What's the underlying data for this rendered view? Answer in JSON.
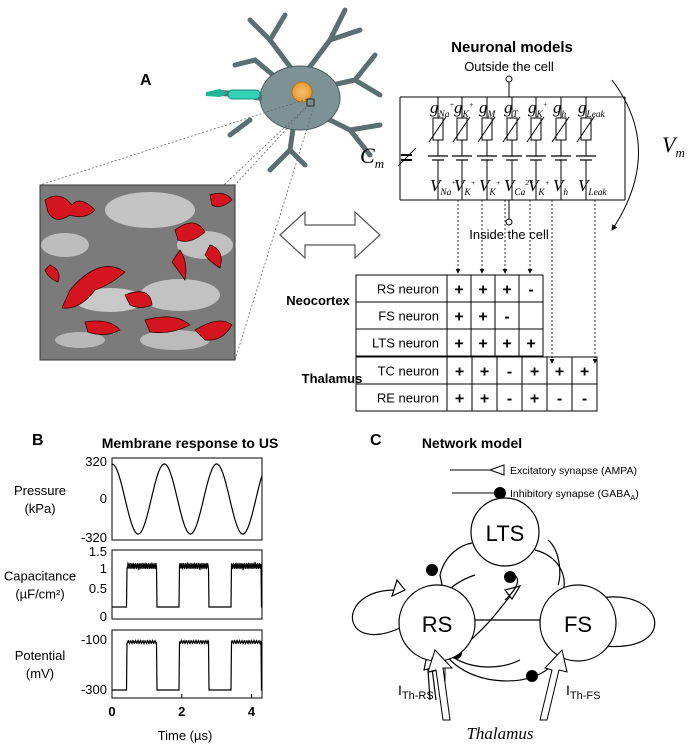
{
  "panel_a": {
    "label": "A",
    "title": "Neuronal models",
    "outside_label": "Outside the cell",
    "inside_label": "Inside the cell",
    "cm_label": "C",
    "cm_sub": "m",
    "vm_label": "V",
    "vm_sub": "m",
    "conductances": [
      {
        "g": "g",
        "sub": "Na",
        "sup": "+"
      },
      {
        "g": "g",
        "sub": "K",
        "sup": "+"
      },
      {
        "g": "g",
        "sub": "M",
        "sup": ""
      },
      {
        "g": "g",
        "sub": "T",
        "sup": ""
      },
      {
        "g": "g",
        "sub": "K",
        "sup": "+",
        "sub2": "L"
      },
      {
        "g": "g",
        "sub": "h",
        "sup": ""
      },
      {
        "g": "g",
        "sub": "Leak",
        "sup": ""
      }
    ],
    "reversals": [
      {
        "v": "V",
        "sub": "Na",
        "sup": "+"
      },
      {
        "v": "V",
        "sub": "K",
        "sup": "+"
      },
      {
        "v": "V",
        "sub": "K",
        "sup": "+"
      },
      {
        "v": "V",
        "sub": "Ca",
        "sup": "2+"
      },
      {
        "v": "V",
        "sub": "K",
        "sup": "+"
      },
      {
        "v": "V",
        "sub": "h",
        "sup": ""
      },
      {
        "v": "V",
        "sub": "Leak",
        "sup": ""
      }
    ],
    "neocortex_label": "Neocortex",
    "thalamus_label": "Thalamus",
    "neocortex_rows": [
      {
        "name": "RS neuron",
        "cells": [
          "+",
          "+",
          "+",
          "-"
        ]
      },
      {
        "name": "FS neuron",
        "cells": [
          "+",
          "+",
          "-",
          ""
        ]
      },
      {
        "name": "LTS neuron",
        "cells": [
          "+",
          "+",
          "+",
          "+"
        ]
      }
    ],
    "thalamus_rows": [
      {
        "name": "TC neuron",
        "cells": [
          "+",
          "+",
          "-",
          "+",
          "+",
          "+"
        ]
      },
      {
        "name": "RE neuron",
        "cells": [
          "+",
          "+",
          "-",
          "+",
          "-",
          "-"
        ]
      }
    ]
  },
  "panel_b": {
    "label": "B",
    "title": "Membrane response to US",
    "plots": [
      {
        "label1": "Pressure",
        "label2": "(kPa)",
        "ticks": [
          "320",
          "0",
          "-320"
        ]
      },
      {
        "label1": "Capacitance",
        "label2": "(µF/cm²)",
        "ticks": [
          "1.5",
          "1",
          "0.5",
          "0"
        ]
      },
      {
        "label1": "Potential",
        "label2": "(mV)",
        "ticks": [
          "-100",
          "-300"
        ]
      }
    ],
    "xticks": [
      "0",
      "2",
      "4"
    ],
    "xlabel": "Time (µs)"
  },
  "panel_c": {
    "label": "C",
    "title": "Network model",
    "legend_excitatory": "Excitatory synapse (AMPA)",
    "legend_inhibitory": "Inhibitory synapse (GABA",
    "legend_inhibitory_sub": "A",
    "legend_inhibitory_end": ")",
    "nodes": {
      "lts": "LTS",
      "rs": "RS",
      "fs": "FS"
    },
    "input_rs": "I",
    "input_rs_sub": "Th-RS",
    "input_fs": "I",
    "input_fs_sub": "Th-FS",
    "thalamus": "Thalamus"
  }
}
